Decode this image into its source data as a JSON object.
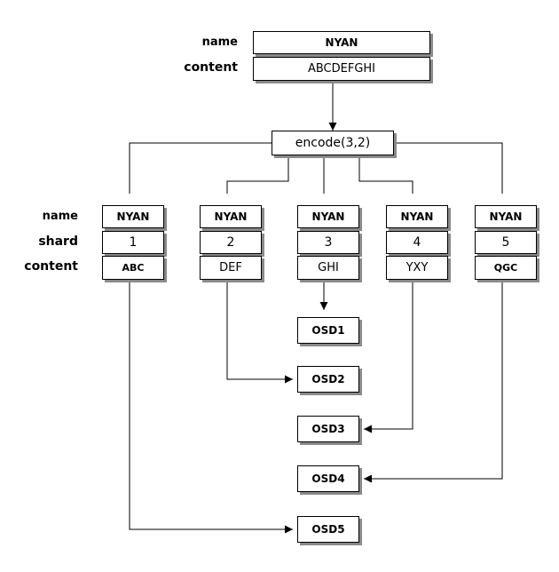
{
  "input": {
    "name_label": "name",
    "content_label": "content",
    "name": "NYAN",
    "content": "ABCDEFGHI"
  },
  "encoder": {
    "label": "encode(3,2)"
  },
  "row_labels": {
    "name": "name",
    "shard": "shard",
    "content": "content"
  },
  "shards": [
    {
      "name": "NYAN",
      "shard": "1",
      "content": "ABC"
    },
    {
      "name": "NYAN",
      "shard": "2",
      "content": "DEF"
    },
    {
      "name": "NYAN",
      "shard": "3",
      "content": "GHI"
    },
    {
      "name": "NYAN",
      "shard": "4",
      "content": "YXY"
    },
    {
      "name": "NYAN",
      "shard": "5",
      "content": "QGC"
    }
  ],
  "osds": [
    "OSD1",
    "OSD2",
    "OSD3",
    "OSD4",
    "OSD5"
  ]
}
